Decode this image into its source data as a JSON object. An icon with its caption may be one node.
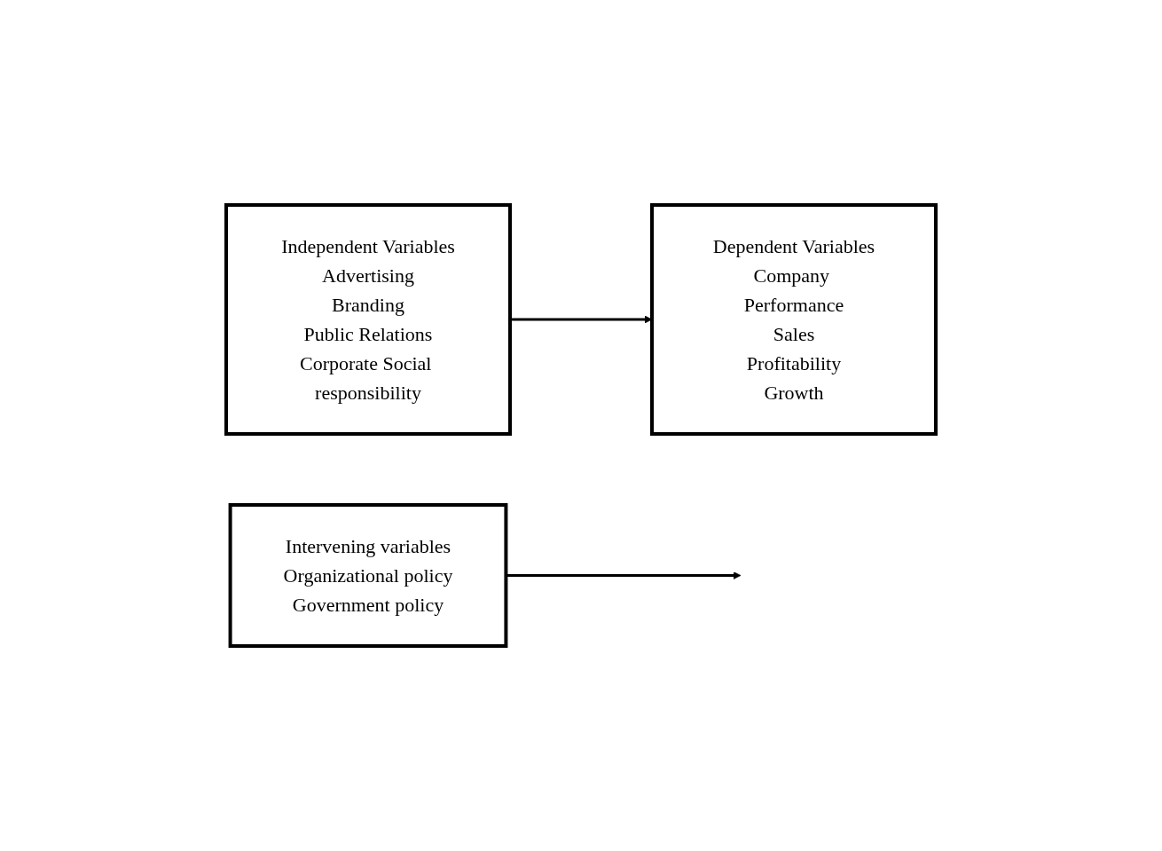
{
  "diagram": {
    "nodes": [
      {
        "text": [
          "Independent Variables",
          "Advertising",
          "Branding",
          "Public Relations",
          "Corporate Social responsibility"
        ]
      },
      {
        "text": [
          "Dependent Variables",
          "Company Performance",
          "Sales",
          "Profitability",
          "Growth"
        ]
      },
      {
        "text": [
          "Intervening variables",
          "Organizational policy",
          "Government policy"
        ]
      }
    ],
    "edges": [
      {
        "from": 0,
        "to": 1,
        "arrow": "to"
      },
      {
        "from": 2,
        "to": null,
        "arrow": "to"
      }
    ]
  }
}
